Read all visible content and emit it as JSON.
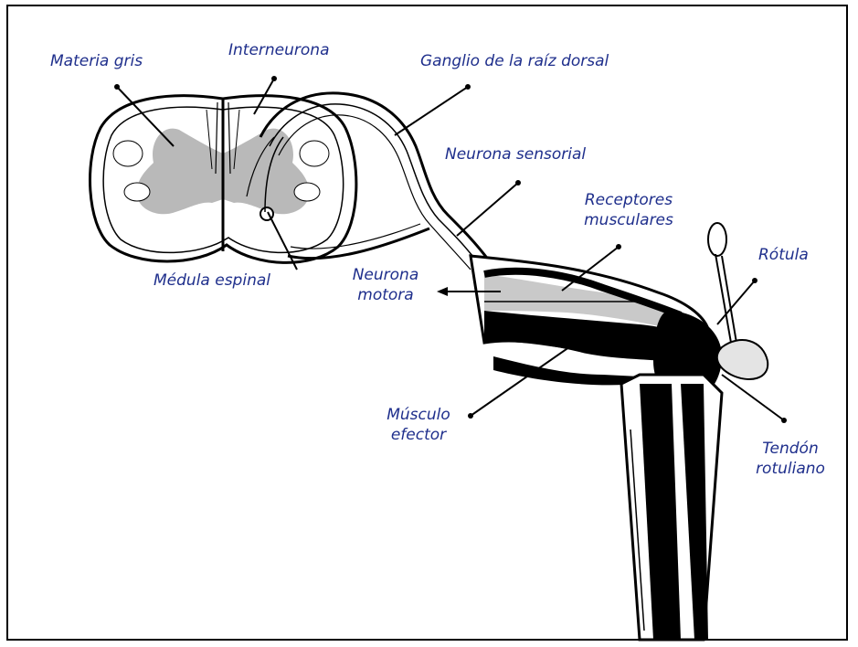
{
  "diagram": {
    "label_color": "#1f2f8c",
    "labels": {
      "materia_gris": "Materia gris",
      "interneurona": "Interneurona",
      "ganglio": "Ganglio de la raíz dorsal",
      "neurona_sensorial": "Neurona sensorial",
      "receptores_1": "Receptores",
      "receptores_2": "musculares",
      "rotula": "Rótula",
      "medula_espinal": "Médula espinal",
      "neurona_motora_1": "Neurona",
      "neurona_motora_2": "motora",
      "musculo_1": "Músculo",
      "musculo_2": "efector",
      "tendon_1": "Tendón",
      "tendon_2": "rotuliano"
    }
  }
}
